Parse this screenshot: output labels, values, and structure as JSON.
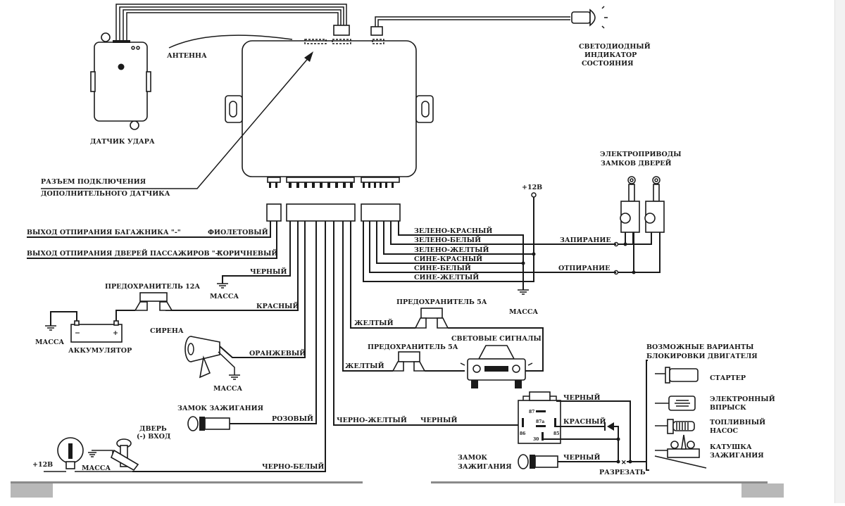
{
  "title": "Схема подключения автосигнализации",
  "labels": {
    "antenna": "АНТЕННА",
    "shock_sensor": "ДАТЧИК УДАРА",
    "extra_sensor_line1": "РАЗЪЕМ ПОДКЛЮЧЕНИЯ",
    "extra_sensor_line2": "ДОПОЛНИТЕЛЬНОГО ДАТЧИКА",
    "led_line1": "СВЕТОДИОДНЫЙ",
    "led_line2": "ИНДИКАТОР",
    "led_line3": "СОСТОЯНИЯ",
    "door_actuators_line1": "ЭЛЕКТРОПРИВОДЫ",
    "door_actuators_line2": "ЗАМКОВ ДВЕРЕЙ",
    "plus12v": "+12В",
    "ground": "МАССА",
    "trunk_output": "ВЫХОД ОТПИРАНИЯ БАГАЖНИКА \"-\"",
    "passenger_doors_output": "ВЫХОД ОТПИРАНИЯ ДВЕРЕЙ ПАССАЖИРОВ \"-\"",
    "fuse_12a": "ПРЕДОХРАНИТЕЛЬ 12А",
    "fuse_5a": "ПРЕДОХРАНИТЕЛЬ 5А",
    "battery": "АККУМУЛЯТОР",
    "siren": "СИРЕНА",
    "ignition_lock": "ЗАМОК ЗАЖИГАНИЯ",
    "ignition_lock_line1": "ЗАМОК",
    "ignition_lock_line2": "ЗАЖИГАНИЯ",
    "door_line1": "ДВЕРЬ",
    "door_line2": "(-) ВХОД",
    "light_signals": "СВЕТОВЫЕ СИГНАЛЫ",
    "lock": "ЗАПИРАНИЕ",
    "unlock": "ОТПИРАНИЕ",
    "cut": "РАЗРЕЗАТЬ",
    "engine_block_line1": "ВОЗМОЖНЫЕ ВАРИАНТЫ",
    "engine_block_line2": "БЛОКИРОВКИ ДВИГАТЕЛЯ",
    "starter": "СТАРТЕР",
    "injection_line1": "ЭЛЕКТРОННЫЙ",
    "injection_line2": "ВПРЫСК",
    "fuel_pump_line1": "ТОПЛИВНЫЙ",
    "fuel_pump_line2": "НАСОС",
    "coil_line1": "КАТУШКА",
    "coil_line2": "ЗАЖИГАНИЯ",
    "battery_minus": "−",
    "battery_plus": "+"
  },
  "wires": {
    "violet": "ФИОЛЕТОВЫЙ",
    "brown": "КОРИЧНЕВЫЙ",
    "black": "ЧЕРНЫЙ",
    "red": "КРАСНЫЙ",
    "orange": "ОРАНЖЕВЫЙ",
    "pink": "РОЗОВЫЙ",
    "black_white": "ЧЕРНО-БЕЛЫЙ",
    "black_yellow": "ЧЕРНО-ЖЕЛТЫЙ",
    "yellow": "ЖЕЛТЫЙ",
    "green_red": "ЗЕЛЕНО-КРАСНЫЙ",
    "green_white": "ЗЕЛЕНО-БЕЛЫЙ",
    "green_yellow": "ЗЕЛЕНО-ЖЕЛТЫЙ",
    "blue_red": "СИНЕ-КРАСНЫЙ",
    "blue_white": "СИНЕ-БЕЛЫЙ",
    "blue_yellow": "СИНЕ-ЖЕЛТЫЙ"
  },
  "relay_pins": [
    "87",
    "87a",
    "86",
    "85",
    "30"
  ]
}
